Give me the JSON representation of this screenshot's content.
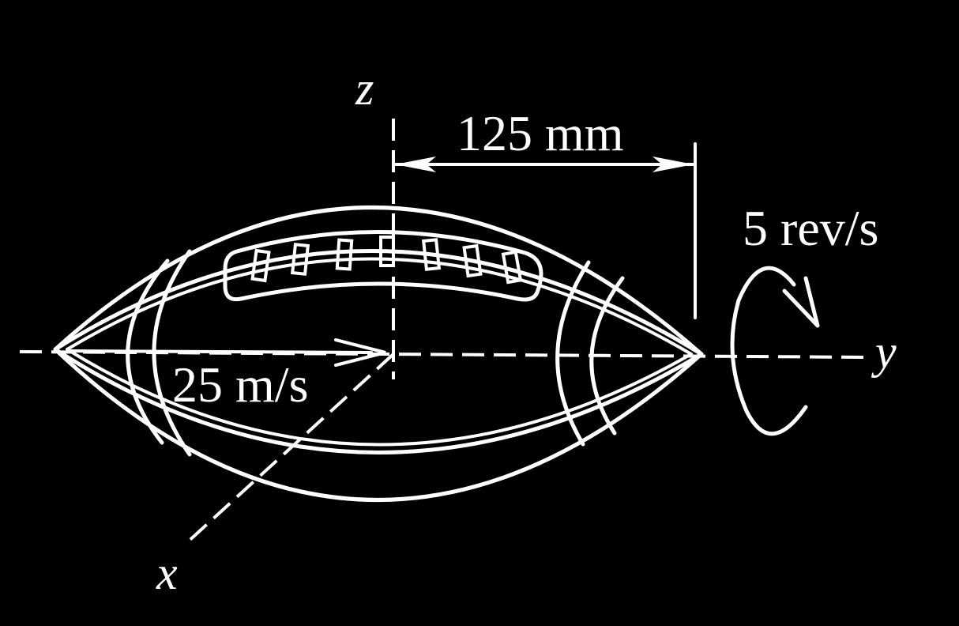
{
  "labels": {
    "z_axis": "z",
    "y_axis": "y",
    "x_axis": "x",
    "distance": "125 mm",
    "spin": "5 rev/s",
    "velocity": "25 m/s"
  },
  "colors": {
    "background": "#000000",
    "ink": "#ffffff"
  },
  "icons": {
    "velocity_arrow": "arrow-right-icon",
    "spin_arrow": "rotation-arrow-icon"
  }
}
